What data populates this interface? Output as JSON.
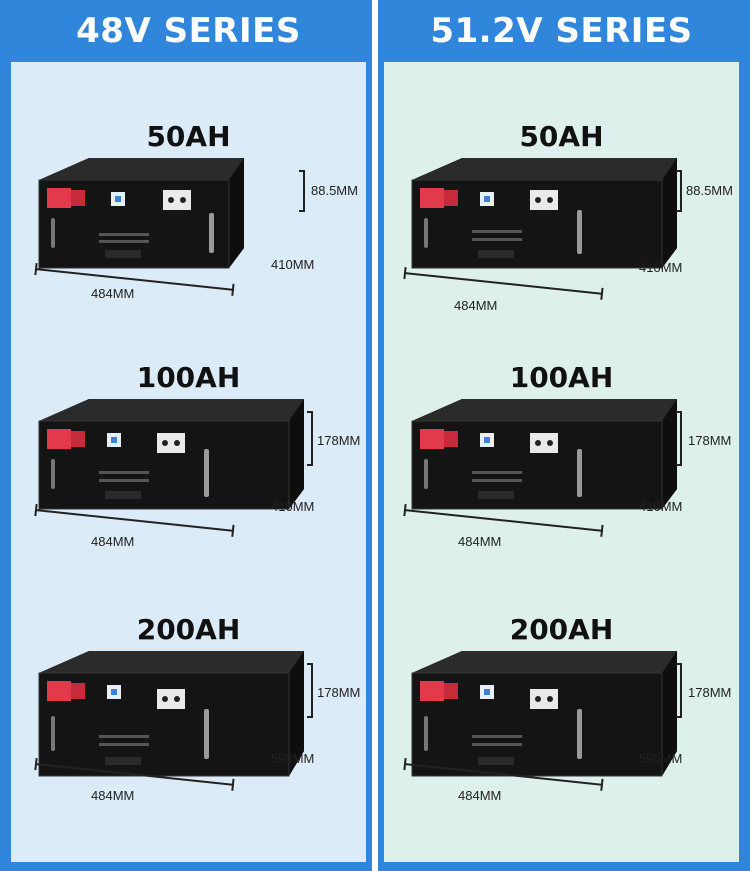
{
  "colors": {
    "accent": "#2f86da",
    "left_panel": "#dcebf8",
    "right_panel": "#ddf0eb"
  },
  "columns": [
    {
      "title": "48V SERIES",
      "units": [
        {
          "capacity": "50AH",
          "height": "88.5MM",
          "depth": "410MM",
          "width": "484MM"
        },
        {
          "capacity": "100AH",
          "height": "178MM",
          "depth": "410MM",
          "width": "484MM"
        },
        {
          "capacity": "200AH",
          "height": "178MM",
          "depth": "590MM",
          "width": "484MM"
        }
      ]
    },
    {
      "title": "51.2V SERIES",
      "units": [
        {
          "capacity": "50AH",
          "height": "88.5MM",
          "depth": "410MM",
          "width": "484MM"
        },
        {
          "capacity": "100AH",
          "height": "178MM",
          "depth": "410MM",
          "width": "484MM"
        },
        {
          "capacity": "200AH",
          "height": "178MM",
          "depth": "590MM",
          "width": "484MM"
        }
      ]
    }
  ]
}
